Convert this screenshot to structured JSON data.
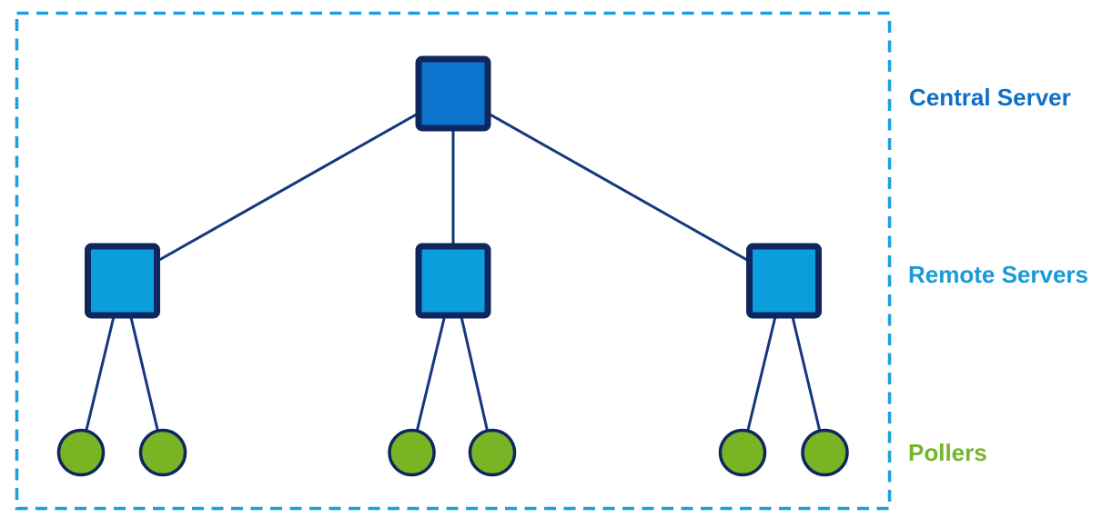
{
  "diagram": {
    "type": "tree-topology",
    "background": "#ffffff",
    "border": {
      "color": "#1a9fdf",
      "style": "dashed"
    },
    "edge_color": "#16377e",
    "node_types": {
      "central": {
        "shape": "square",
        "fill": "#0b74cd",
        "stroke": "#0f265e"
      },
      "remote": {
        "shape": "square",
        "fill": "#0c9ddd",
        "stroke": "#0f265e"
      },
      "poller": {
        "shape": "circle",
        "fill": "#79b424",
        "stroke": "#0f265e"
      }
    },
    "nodes": [
      {
        "id": "central-1",
        "type": "central"
      },
      {
        "id": "remote-1",
        "type": "remote"
      },
      {
        "id": "remote-2",
        "type": "remote"
      },
      {
        "id": "remote-3",
        "type": "remote"
      },
      {
        "id": "poller-1",
        "type": "poller"
      },
      {
        "id": "poller-2",
        "type": "poller"
      },
      {
        "id": "poller-3",
        "type": "poller"
      },
      {
        "id": "poller-4",
        "type": "poller"
      },
      {
        "id": "poller-5",
        "type": "poller"
      },
      {
        "id": "poller-6",
        "type": "poller"
      }
    ],
    "edges": [
      [
        "central-1",
        "remote-1"
      ],
      [
        "central-1",
        "remote-2"
      ],
      [
        "central-1",
        "remote-3"
      ],
      [
        "remote-1",
        "poller-1"
      ],
      [
        "remote-1",
        "poller-2"
      ],
      [
        "remote-2",
        "poller-3"
      ],
      [
        "remote-2",
        "poller-4"
      ],
      [
        "remote-3",
        "poller-5"
      ],
      [
        "remote-3",
        "poller-6"
      ]
    ],
    "labels": [
      {
        "id": "central-server",
        "text": "Central Server",
        "color": "#0c71c6"
      },
      {
        "id": "remote-servers",
        "text": "Remote Servers",
        "color": "#189ad9"
      },
      {
        "id": "pollers",
        "text": "Pollers",
        "color": "#75b52a"
      }
    ]
  }
}
